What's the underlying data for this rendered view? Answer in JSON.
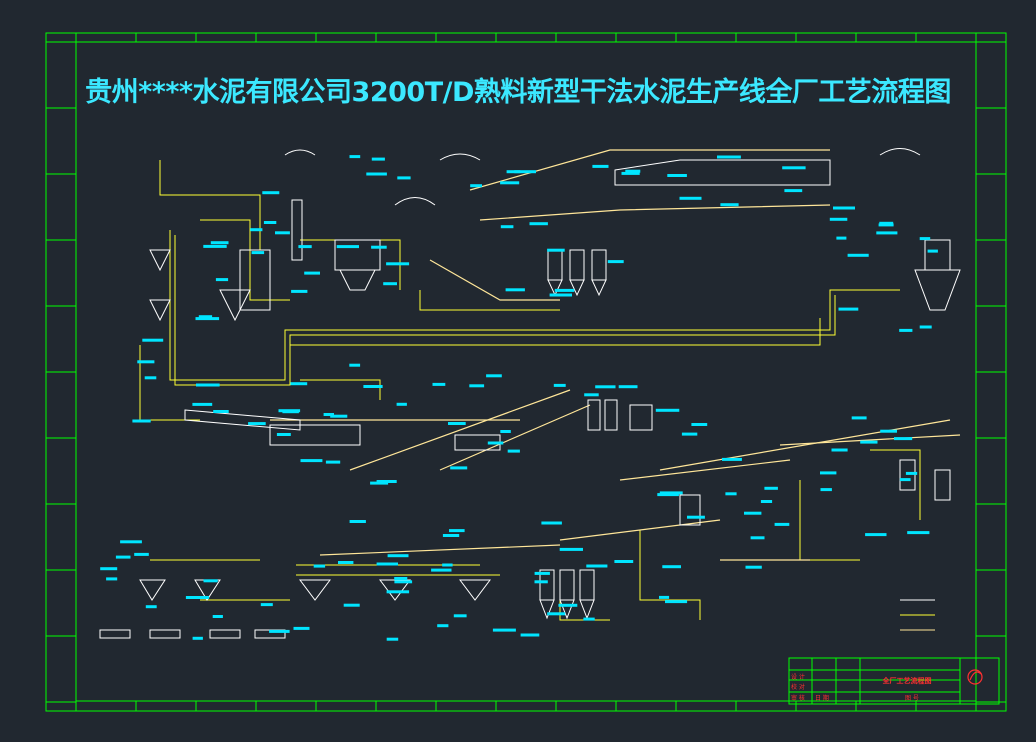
{
  "drawing": {
    "title": "贵州****水泥有限公司3200T/D熟料新型干法水泥生产线全厂工艺流程图",
    "title_block": {
      "drawing_name": "全厂工艺流程图",
      "row_labels": [
        "设 计",
        "校 对",
        "审 核",
        "日 期"
      ],
      "drawing_no_label": "图 号"
    },
    "colors": {
      "background": "#212830",
      "border": "#00ff00",
      "title": "#3be8ff",
      "label_box": "#00e5ff",
      "equipment": "#ffffff",
      "pipe": "#ffff33",
      "conveyor": "#ffe699",
      "title_block_text": "#ff3030"
    }
  }
}
